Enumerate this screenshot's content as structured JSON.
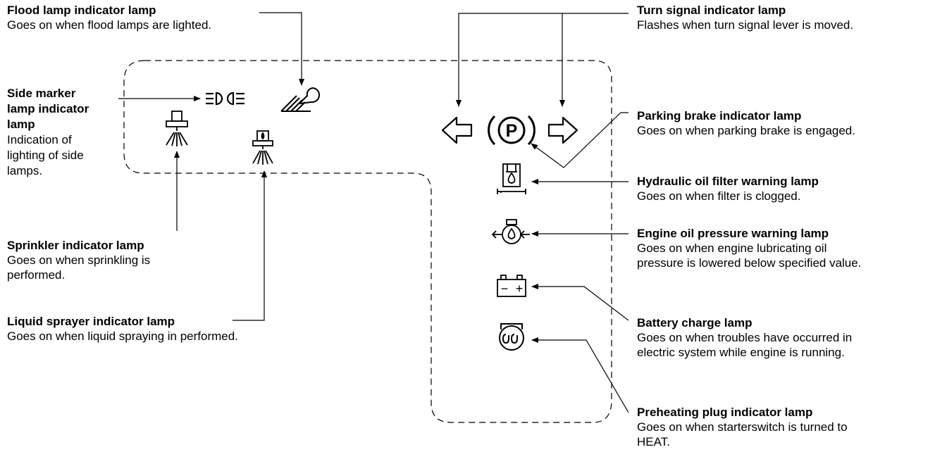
{
  "callouts": {
    "flood_lamp": {
      "title": "Flood lamp indicator lamp",
      "desc": "Goes on when flood lamps are lighted."
    },
    "side_marker": {
      "title_lines": [
        "Side marker",
        "lamp indicator",
        "lamp"
      ],
      "desc_lines": [
        "Indication of",
        "lighting of side",
        "lamps."
      ]
    },
    "sprinkler": {
      "title": "Sprinkler indicator lamp",
      "desc_lines": [
        "Goes on when sprinkling is",
        "performed."
      ]
    },
    "liquid_sprayer": {
      "title": "Liquid sprayer indicator lamp",
      "desc": "Goes on when liquid spraying in performed."
    },
    "turn_signal": {
      "title": "Turn signal indicator lamp",
      "desc": "Flashes when turn signal lever is moved."
    },
    "parking_brake": {
      "title": "Parking brake indicator lamp",
      "desc": "Goes on when parking brake is engaged."
    },
    "hydraulic_filter": {
      "title": "Hydraulic oil filter warning lamp",
      "desc": "Goes on when filter is clogged."
    },
    "engine_oil": {
      "title": "Engine oil pressure warning lamp",
      "desc_lines": [
        "Goes on when engine lubricating oil",
        "pressure is lowered below specified value."
      ]
    },
    "battery": {
      "title": "Battery charge lamp",
      "desc_lines": [
        "Goes on when troubles have occurred in",
        "electric system while engine is running."
      ]
    },
    "preheating": {
      "title": "Preheating plug indicator lamp",
      "desc_lines": [
        "Goes on when starterswitch is turned to",
        "HEAT."
      ]
    }
  },
  "symbols": {
    "parking": "P",
    "battery_minus": "−",
    "battery_plus": "+"
  }
}
